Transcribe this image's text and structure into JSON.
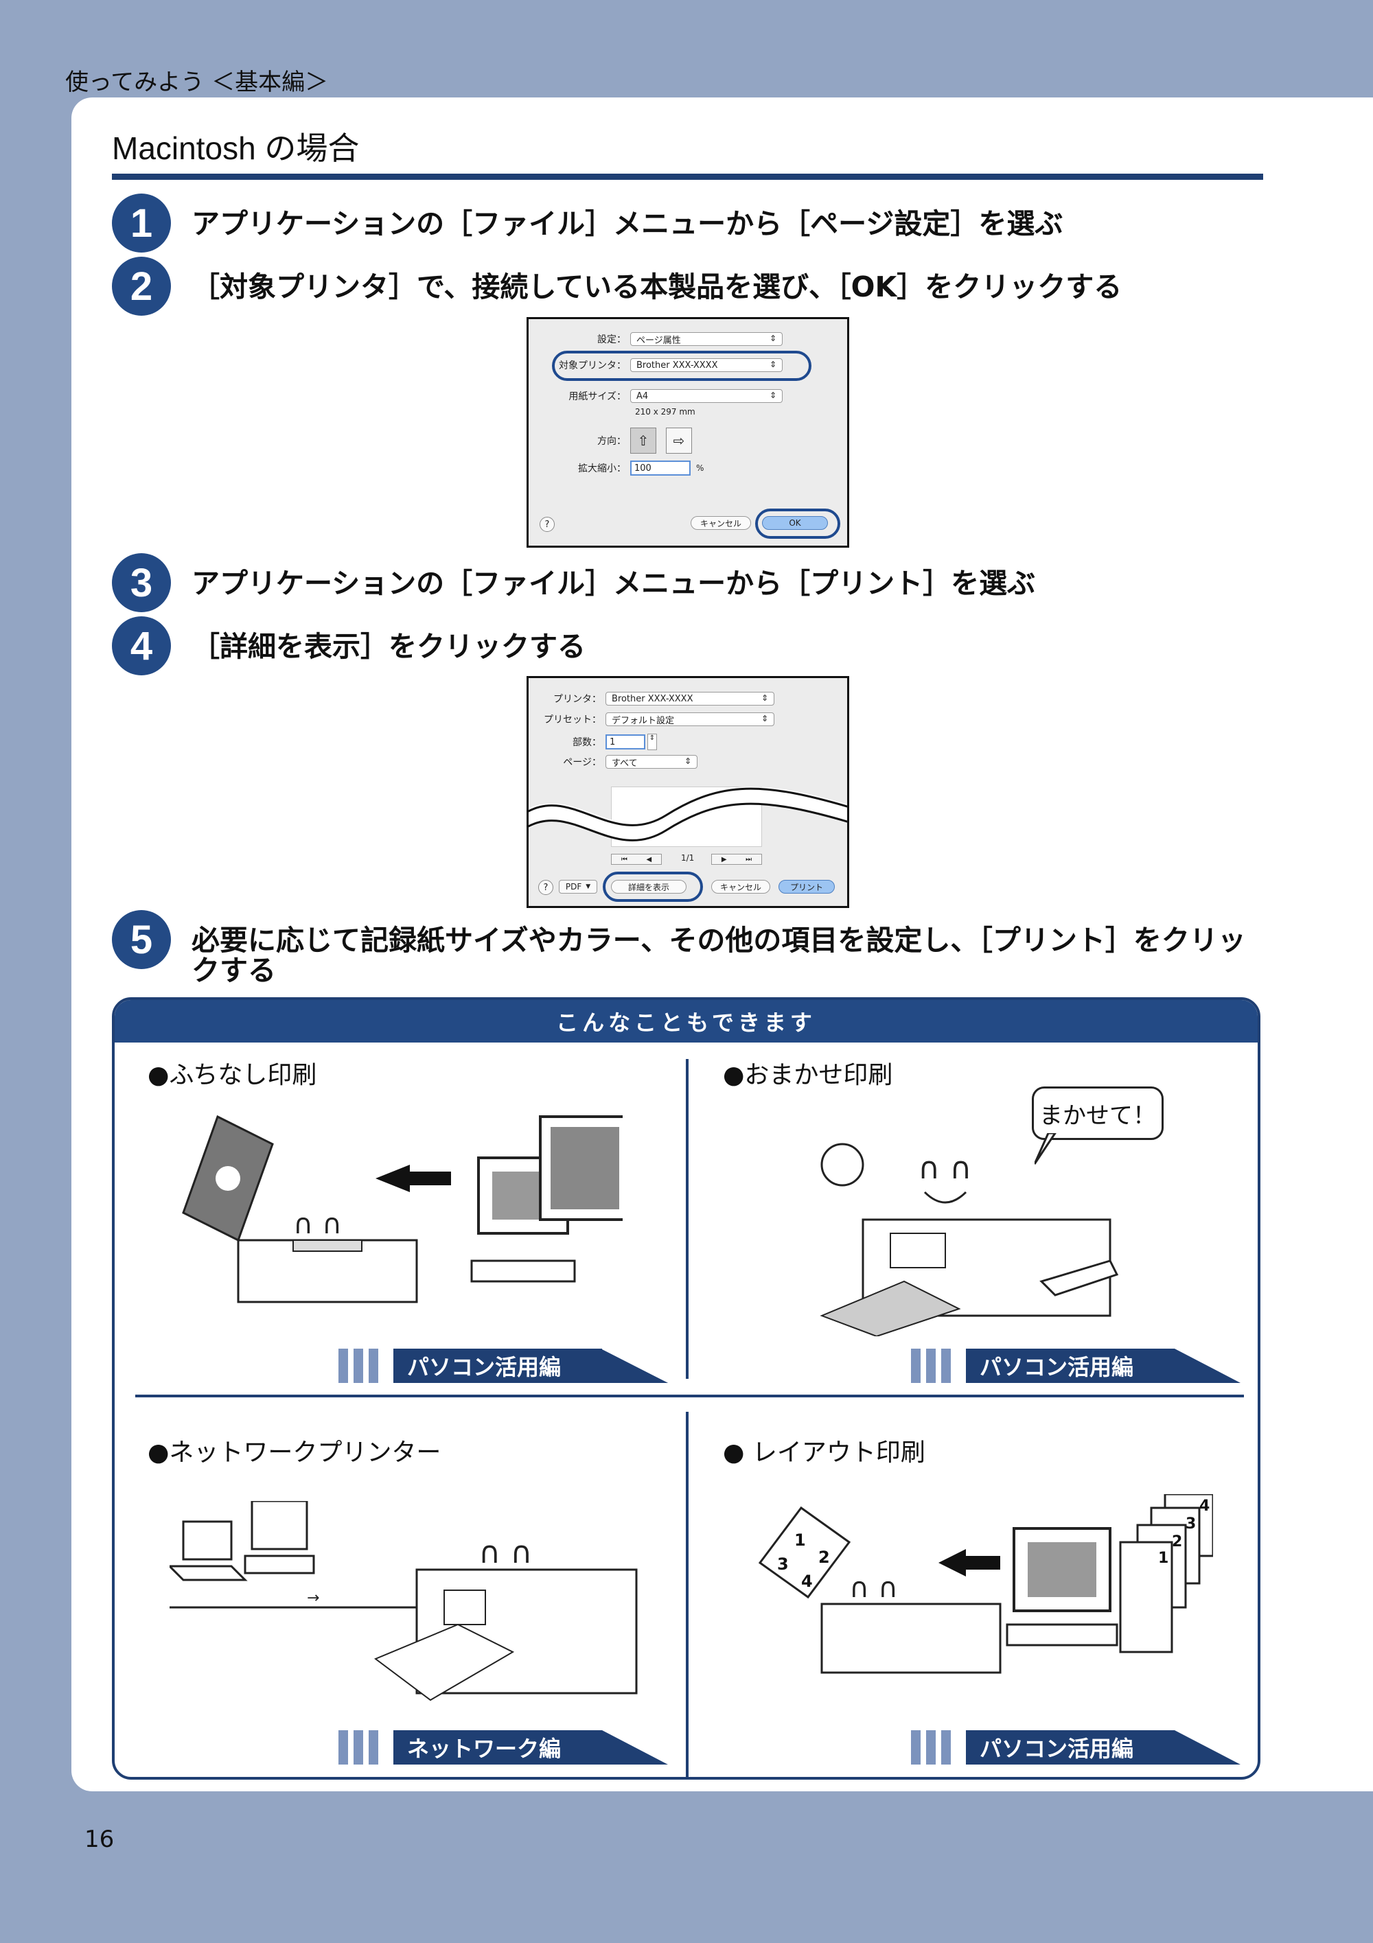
{
  "header": {
    "label": "使ってみよう ＜基本編＞"
  },
  "section": {
    "title": "Macintosh の場合"
  },
  "steps": [
    {
      "num": "1",
      "text": "アプリケーションの［ファイル］メニューから［ページ設定］を選ぶ"
    },
    {
      "num": "2",
      "text": "［対象プリンタ］で、接続している本製品を選び、［OK］をクリックする"
    },
    {
      "num": "3",
      "text": "アプリケーションの［ファイル］メニューから［プリント］を選ぶ"
    },
    {
      "num": "4",
      "text": "［詳細を表示］をクリックする"
    },
    {
      "num": "5",
      "text": "必要に応じて記録紙サイズやカラー、その他の項目を設定し、［プリント］をクリックする"
    }
  ],
  "page_setup": {
    "settings_label": "設定：",
    "settings_value": "ページ属性",
    "printer_label": "対象プリンタ：",
    "printer_value": "Brother XXX-XXXX",
    "paper_label": "用紙サイズ：",
    "paper_value": "A4",
    "paper_dims": "210 x 297 mm",
    "orientation_label": "方向：",
    "scale_label": "拡大縮小：",
    "scale_value": "100",
    "scale_unit": "%",
    "help": "?",
    "cancel": "キャンセル",
    "ok": "OK"
  },
  "print_dialog": {
    "printer_label": "プリンタ：",
    "printer_value": "Brother XXX-XXXX",
    "preset_label": "プリセット：",
    "preset_value": "デフォルト設定",
    "copies_label": "部数：",
    "copies_value": "1",
    "pages_label": "ページ：",
    "pages_value": "すべて",
    "page_counter": "1/1",
    "help": "?",
    "pdf": "PDF",
    "details": "詳細を表示",
    "cancel": "キャンセル",
    "print": "プリント"
  },
  "features": {
    "header": "こんなこともできます",
    "items": [
      {
        "title": "●ふちなし印刷",
        "tag": "パソコン活用編"
      },
      {
        "title": "●おまかせ印刷",
        "tag": "パソコン活用編",
        "speech": "まかせて！"
      },
      {
        "title": "●ネットワークプリンター",
        "tag": "ネットワーク編"
      },
      {
        "title": "● レイアウト印刷",
        "tag": "パソコン活用編"
      }
    ]
  },
  "page": {
    "number": "16"
  },
  "colors": {
    "background": "#93a5c3",
    "accent": "#234a85",
    "rule": "#1f3f73",
    "stripe": "#7c93bd"
  }
}
